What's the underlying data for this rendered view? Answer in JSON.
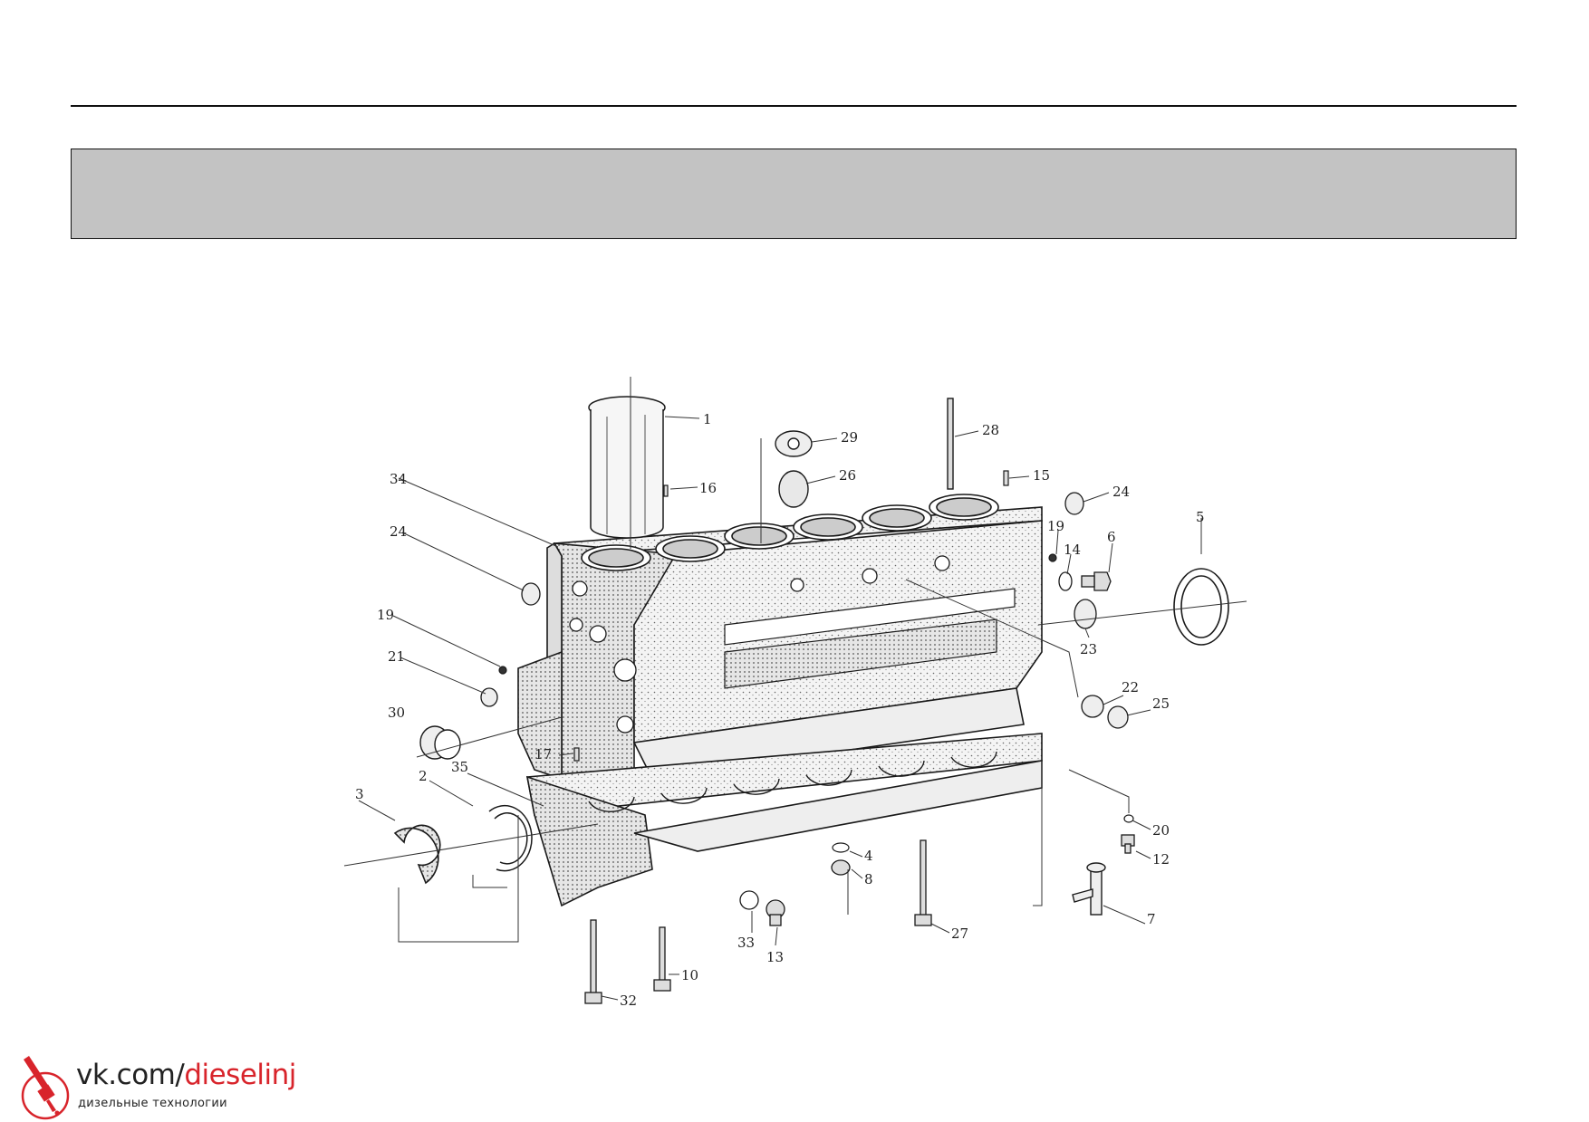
{
  "header": {
    "title": ""
  },
  "diagram": {
    "callouts": [
      "1",
      "16",
      "29",
      "26",
      "28",
      "15",
      "24",
      "34",
      "24",
      "19",
      "14",
      "6",
      "5",
      "19",
      "21",
      "23",
      "30",
      "17",
      "22",
      "25",
      "35",
      "3",
      "2",
      "20",
      "4",
      "12",
      "8",
      "7",
      "33",
      "13",
      "27",
      "10",
      "32"
    ]
  },
  "watermark": {
    "site": "vk.com/",
    "brand": "dieselinj",
    "tagline": "дизельные технологии",
    "brand_color": "#d8242b"
  }
}
